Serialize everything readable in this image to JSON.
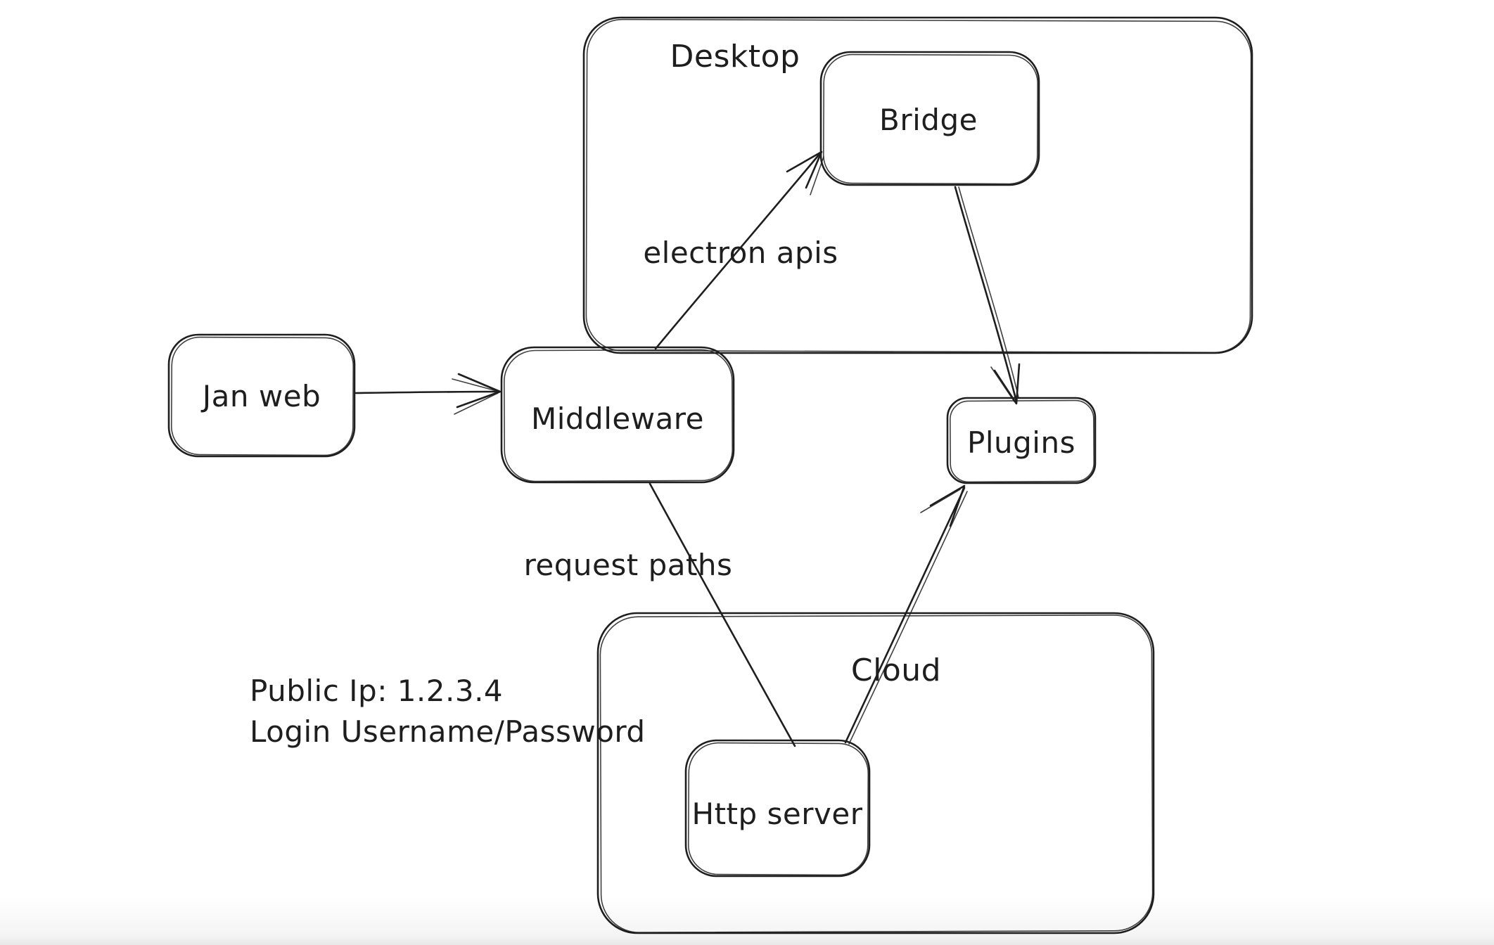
{
  "canvas": {
    "background_color": "#ffffff",
    "ink_color": "#1e1e1e"
  },
  "containers": {
    "desktop": {
      "label": "Desktop"
    },
    "cloud": {
      "label": "Cloud"
    }
  },
  "nodes": {
    "jan_web": {
      "label": "Jan web"
    },
    "middleware": {
      "label": "Middleware"
    },
    "bridge": {
      "label": "Bridge"
    },
    "plugins": {
      "label": "Plugins"
    },
    "http_server": {
      "label": "Http server"
    }
  },
  "edges": [
    {
      "from": "Jan web",
      "to": "Middleware",
      "label": "",
      "arrowhead": true
    },
    {
      "from": "Middleware",
      "to": "Bridge",
      "label": "electron apis",
      "arrowhead": true
    },
    {
      "from": "Bridge",
      "to": "Plugins",
      "label": "",
      "arrowhead": true
    },
    {
      "from": "Middleware",
      "to": "Http server",
      "label": "request paths",
      "arrowhead": false
    },
    {
      "from": "Http server",
      "to": "Plugins",
      "label": "",
      "arrowhead": true
    }
  ],
  "notes": {
    "line1": "Public Ip: 1.2.3.4",
    "line2": "Login Username/Password"
  }
}
